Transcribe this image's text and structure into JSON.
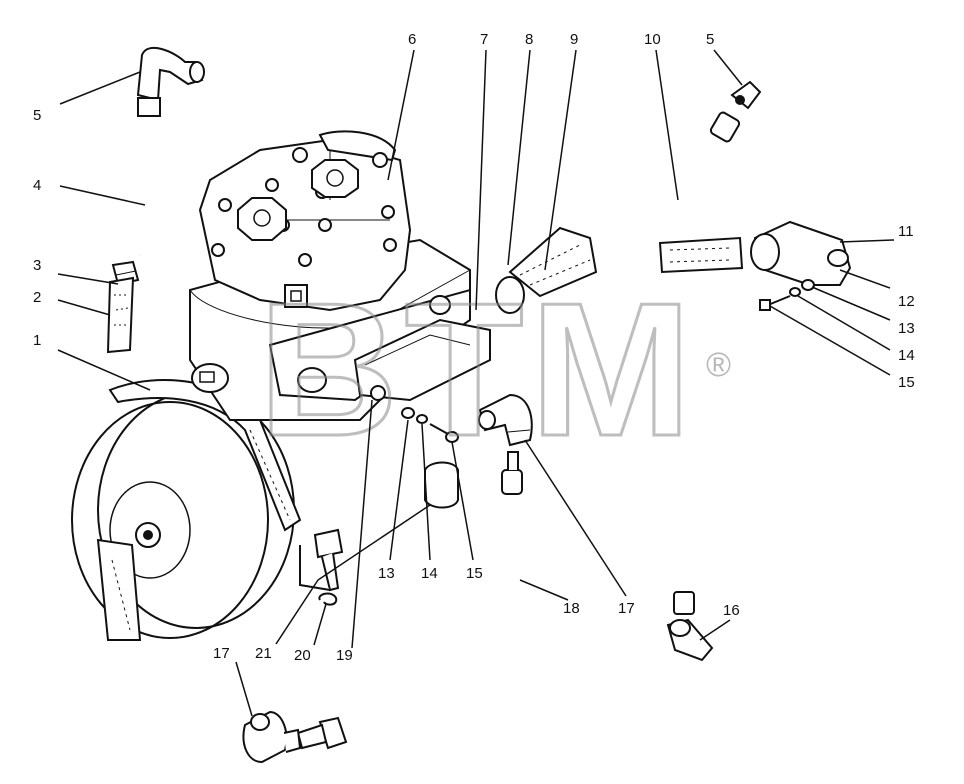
{
  "watermark": {
    "text": "BTM",
    "mark": "®"
  },
  "callouts": [
    {
      "id": "c1",
      "text": "1"
    },
    {
      "id": "c2",
      "text": "2"
    },
    {
      "id": "c3",
      "text": "3"
    },
    {
      "id": "c4",
      "text": "4"
    },
    {
      "id": "c5a",
      "text": "5"
    },
    {
      "id": "c5b",
      "text": "5"
    },
    {
      "id": "c6",
      "text": "6"
    },
    {
      "id": "c7",
      "text": "7"
    },
    {
      "id": "c8",
      "text": "8"
    },
    {
      "id": "c9",
      "text": "9"
    },
    {
      "id": "c10",
      "text": "10"
    },
    {
      "id": "c11",
      "text": "11"
    },
    {
      "id": "c12",
      "text": "12"
    },
    {
      "id": "c13a",
      "text": "13"
    },
    {
      "id": "c14a",
      "text": "14"
    },
    {
      "id": "c15a",
      "text": "15"
    },
    {
      "id": "c13b",
      "text": "13"
    },
    {
      "id": "c14b",
      "text": "14"
    },
    {
      "id": "c15b",
      "text": "15"
    },
    {
      "id": "c16",
      "text": "16"
    },
    {
      "id": "c17a",
      "text": "17"
    },
    {
      "id": "c17b",
      "text": "17"
    },
    {
      "id": "c18",
      "text": "18"
    },
    {
      "id": "c19",
      "text": "19"
    },
    {
      "id": "c20",
      "text": "20"
    },
    {
      "id": "c21",
      "text": "21"
    }
  ]
}
